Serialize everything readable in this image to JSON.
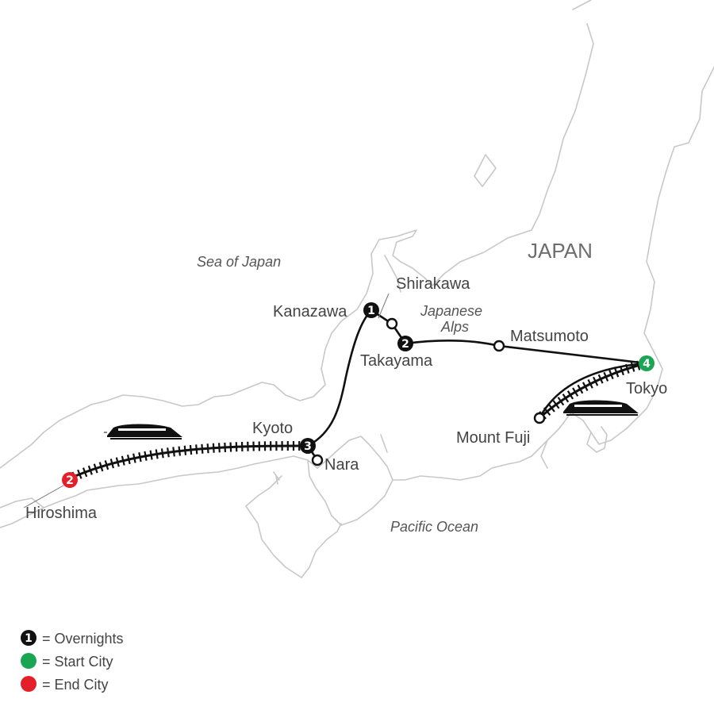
{
  "labels": {
    "country": "JAPAN",
    "sea_of_japan": "Sea of Japan",
    "pacific_ocean": "Pacific Ocean",
    "japanese_alps_line1": "Japanese",
    "japanese_alps_line2": "Alps"
  },
  "cities": {
    "kanazawa": "Kanazawa",
    "shirakawa": "Shirakawa",
    "takayama": "Takayama",
    "matsumoto": "Matsumoto",
    "tokyo": "Tokyo",
    "mount_fuji": "Mount Fuji",
    "kyoto": "Kyoto",
    "nara": "Nara",
    "hiroshima": "Hiroshima"
  },
  "overnights": {
    "kanazawa": "1",
    "takayama": "2",
    "tokyo": "4",
    "kyoto": "3",
    "hiroshima": "2"
  },
  "legend": {
    "overnights_badge": "1",
    "overnights": "= Overnights",
    "start_city": "= Start City",
    "end_city": "= End City"
  },
  "colors": {
    "start_city": "#1aa553",
    "end_city": "#e3202a",
    "overnight": "#111111",
    "coastline": "#c8c8c8"
  },
  "icons": {
    "train_kyoto_hiroshima": "bullet-train-icon",
    "train_tokyo_fuji": "bullet-train-icon"
  }
}
